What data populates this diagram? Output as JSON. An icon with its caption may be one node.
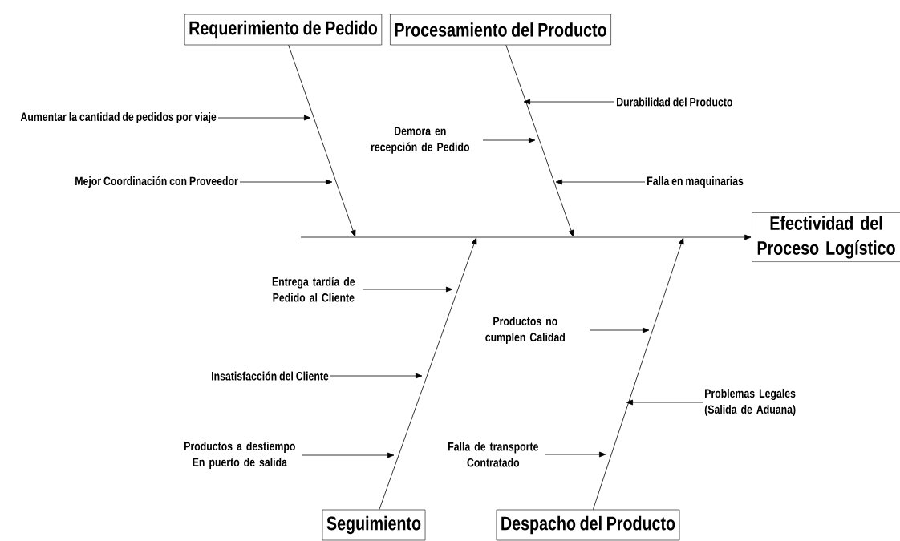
{
  "diagram": {
    "nodes": [
      {
        "text": [
          "Requerimiento de Pedido"
        ]
      },
      {
        "text": [
          "Procesamiento del Producto"
        ]
      },
      {
        "text": [
          "Efectividad del Proceso Logístico"
        ]
      },
      {
        "text": [
          "Seguimiento"
        ]
      },
      {
        "text": [
          "Despacho del Producto"
        ]
      },
      {
        "text": [
          "Aumentar la cantidad de pedidos por viaje"
        ]
      },
      {
        "text": [
          "Mejor Coordinación con Proveedor"
        ]
      },
      {
        "text": [
          "Demora en recepción de Pedido"
        ]
      },
      {
        "text": [
          "Durabilidad del Producto"
        ]
      },
      {
        "text": [
          "Falla en maquinarias"
        ]
      },
      {
        "text": [
          "Entrega tardía de Pedido al Cliente"
        ]
      },
      {
        "text": [
          "Insatisfacción del Cliente"
        ]
      },
      {
        "text": [
          "Productos a destiempo En puerto de salida"
        ]
      },
      {
        "text": [
          "Productos no cumplen Calidad"
        ]
      },
      {
        "text": [
          "Problemas Legales (Salida de Aduana)"
        ]
      },
      {
        "text": [
          "Falla de transporte Contratado"
        ]
      }
    ],
    "edges": [
      {
        "from": null,
        "to": 2,
        "arrow": "to"
      },
      {
        "from": 0,
        "to": null,
        "arrow": "to"
      },
      {
        "from": 1,
        "to": null,
        "arrow": "to"
      },
      {
        "from": 3,
        "to": null,
        "arrow": "to"
      },
      {
        "from": 4,
        "to": null,
        "arrow": "to"
      },
      {
        "from": 5,
        "to": null,
        "arrow": "to"
      },
      {
        "from": 6,
        "to": null,
        "arrow": "to"
      },
      {
        "from": 7,
        "to": null,
        "arrow": "to"
      },
      {
        "from": 8,
        "to": null,
        "arrow": "to"
      },
      {
        "from": 9,
        "to": null,
        "arrow": "to"
      },
      {
        "from": 10,
        "to": null,
        "arrow": "to"
      },
      {
        "from": 11,
        "to": null,
        "arrow": "to"
      },
      {
        "from": 12,
        "to": null,
        "arrow": "to"
      },
      {
        "from": 13,
        "to": null,
        "arrow": "to"
      },
      {
        "from": 14,
        "to": null,
        "arrow": "to"
      },
      {
        "from": 15,
        "to": null,
        "arrow": "to"
      }
    ]
  }
}
